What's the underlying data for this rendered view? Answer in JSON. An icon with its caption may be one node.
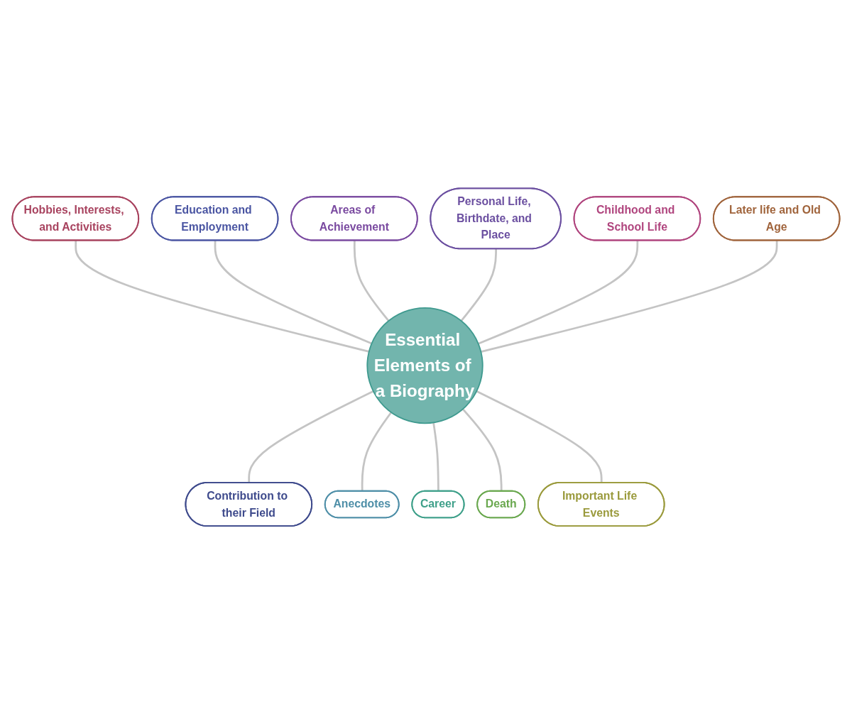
{
  "diagram": {
    "nodes": [
      {
        "text": [
          "Essential Elements of a Biography"
        ]
      },
      {
        "text": [
          "Education and Employment"
        ]
      },
      {
        "text": [
          "Personal Life, Birthdate, and Place"
        ]
      },
      {
        "text": [
          "Hobbies, Interests, and Activities"
        ]
      },
      {
        "text": [
          "Childhood and School Life"
        ]
      },
      {
        "text": [
          "Areas of Achievement"
        ]
      },
      {
        "text": [
          "Later life and Old Age"
        ]
      },
      {
        "text": [
          "Contribution to their Field"
        ]
      },
      {
        "text": [
          "Important Life Events"
        ]
      },
      {
        "text": [
          "Anecdotes"
        ]
      },
      {
        "text": [
          "Death"
        ]
      },
      {
        "text": [
          "Career"
        ]
      }
    ],
    "edges": [
      {
        "from": 3,
        "to": 0,
        "arrow": "none"
      },
      {
        "from": 1,
        "to": 0,
        "arrow": "none"
      },
      {
        "from": 5,
        "to": 0,
        "arrow": "none"
      },
      {
        "from": 2,
        "to": 0,
        "arrow": "none"
      },
      {
        "from": 4,
        "to": 0,
        "arrow": "none"
      },
      {
        "from": 6,
        "to": 0,
        "arrow": "none"
      },
      {
        "from": 0,
        "to": 7,
        "arrow": "none"
      },
      {
        "from": 0,
        "to": 9,
        "arrow": "none"
      },
      {
        "from": 0,
        "to": 11,
        "arrow": "none"
      },
      {
        "from": 0,
        "to": 10,
        "arrow": "none"
      },
      {
        "from": 0,
        "to": 8,
        "arrow": "none"
      }
    ]
  }
}
